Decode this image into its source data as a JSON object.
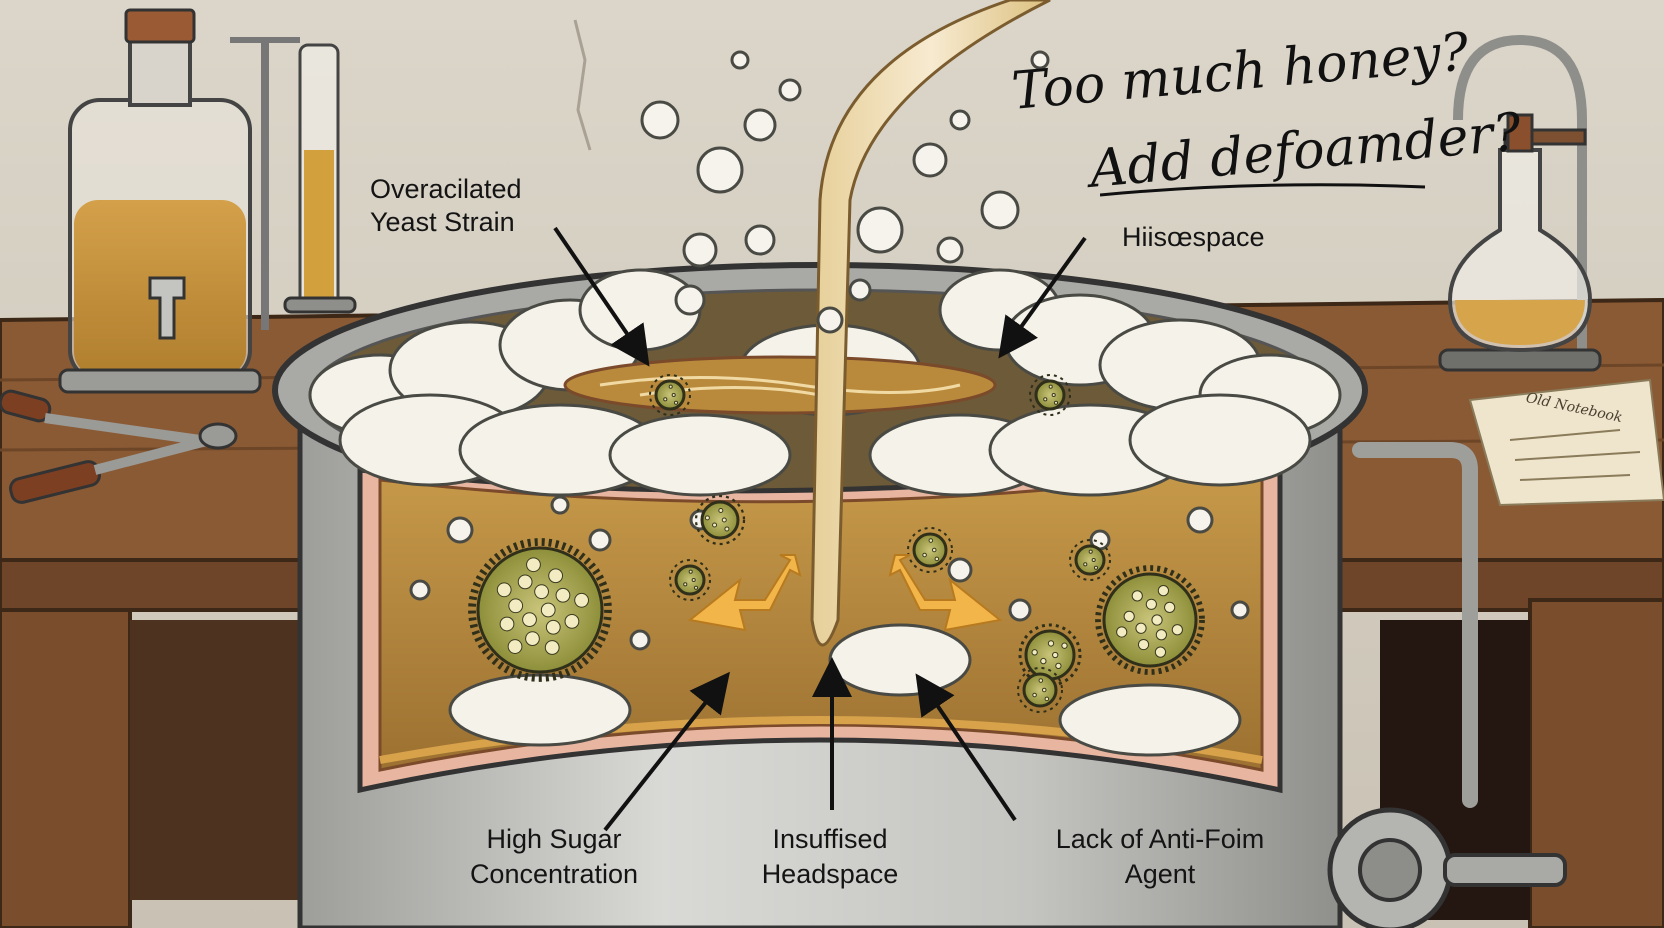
{
  "handwritten_note": {
    "line1": "Too much honey?",
    "line2": "Add defoamder?"
  },
  "labels": {
    "yeast_strain_line1": "Overacilated",
    "yeast_strain_line2": "Yeast Strain",
    "headspace_top": "Hiisœspace",
    "sugar_line1": "High Sugar",
    "sugar_line2": "Concentration",
    "headspace_line1": "Insuffised",
    "headspace_line2": "Headspace",
    "antifoam_line1": "Lack of Anti-Foim",
    "antifoam_line2": "Agent"
  },
  "paper_note": "Old Notebook",
  "colors": {
    "wall": "#d6d0c4",
    "wood": "#8a5a35",
    "wood_dark": "#5c3a22",
    "steel": "#b9b9b6",
    "steel_dark": "#8e8e8a",
    "liquid": "#b98a3c",
    "foam": "#f5f2ea",
    "arrow_orange": "#f2b54a",
    "yeast": "#8e8f3a",
    "ink": "#111111"
  }
}
